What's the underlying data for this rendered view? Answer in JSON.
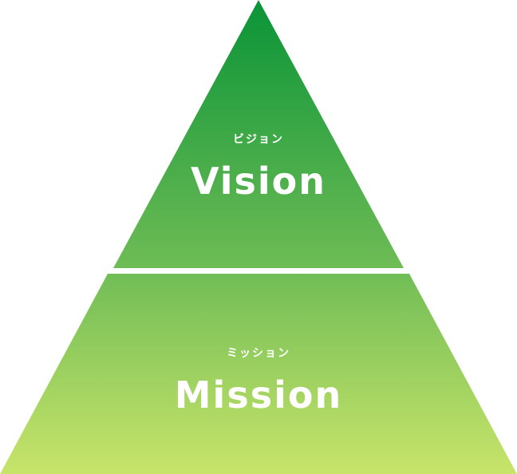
{
  "colors": {
    "top": "#0a9437",
    "mid": "#6cbb55",
    "bottom": "#c8e46a",
    "divider": "#ffffff",
    "text": "#ffffff"
  },
  "tiers": [
    {
      "id": "vision",
      "kana": "ビジョン",
      "title": "Vision"
    },
    {
      "id": "mission",
      "kana": "ミッション",
      "title": "Mission"
    }
  ]
}
